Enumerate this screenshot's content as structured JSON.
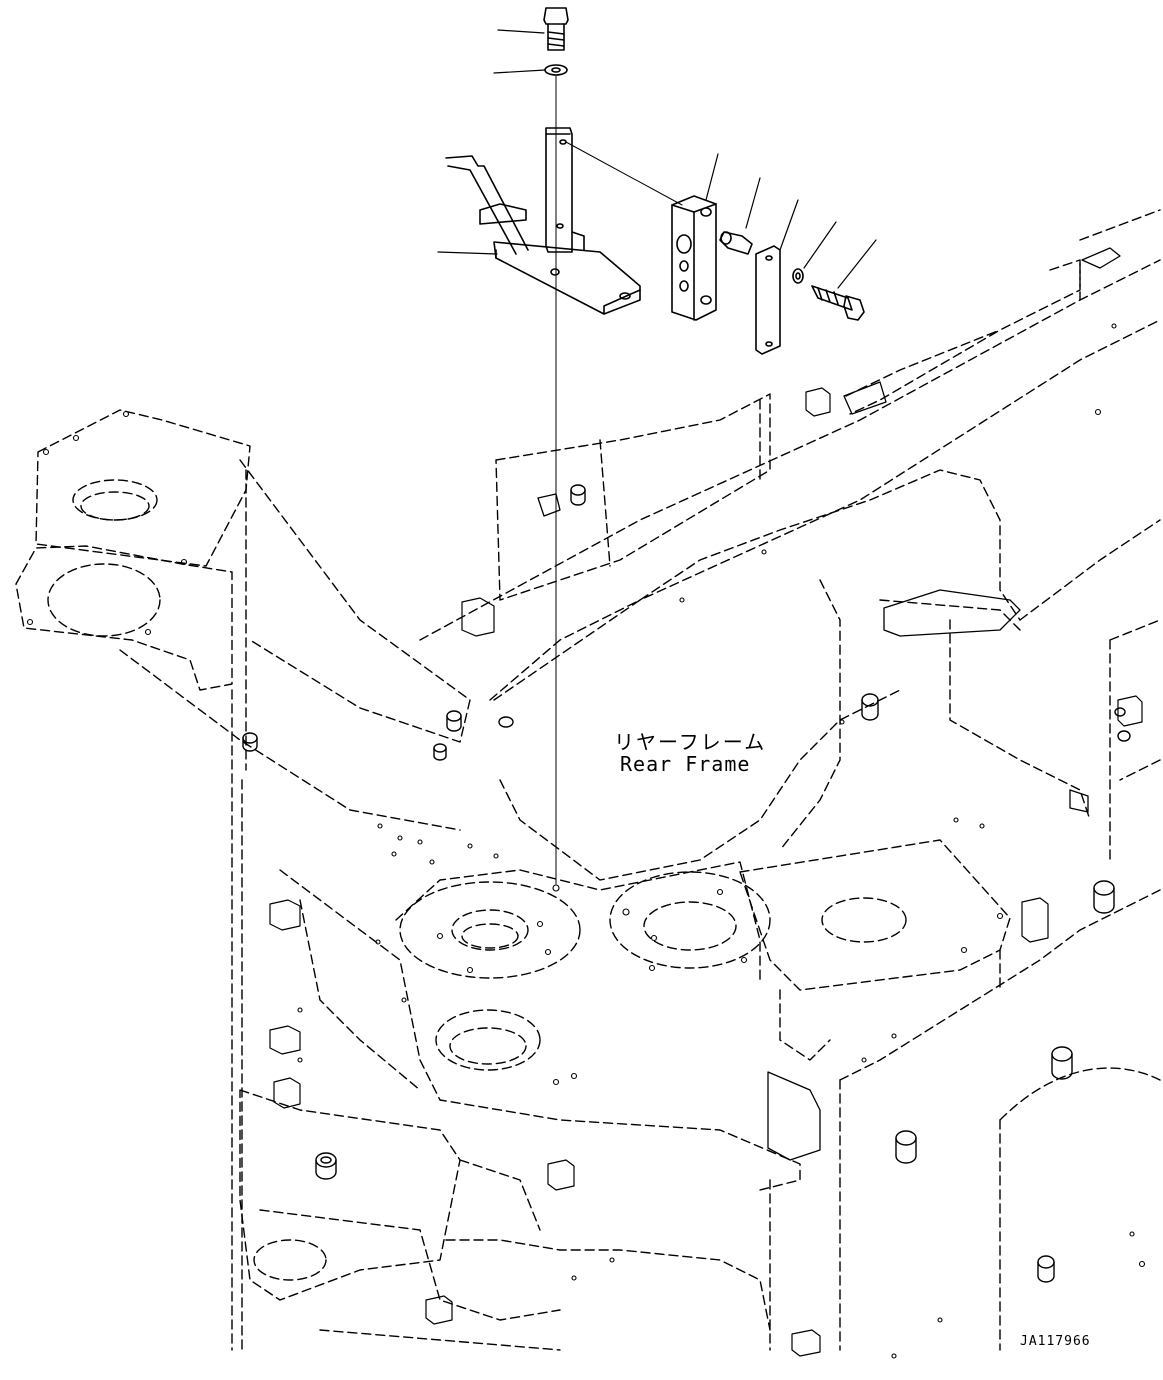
{
  "label": {
    "jp": "リヤーフレーム",
    "en": "Rear Frame"
  },
  "drawing_id": "JA117966",
  "colors": {
    "line": "#000000",
    "background": "#ffffff"
  }
}
